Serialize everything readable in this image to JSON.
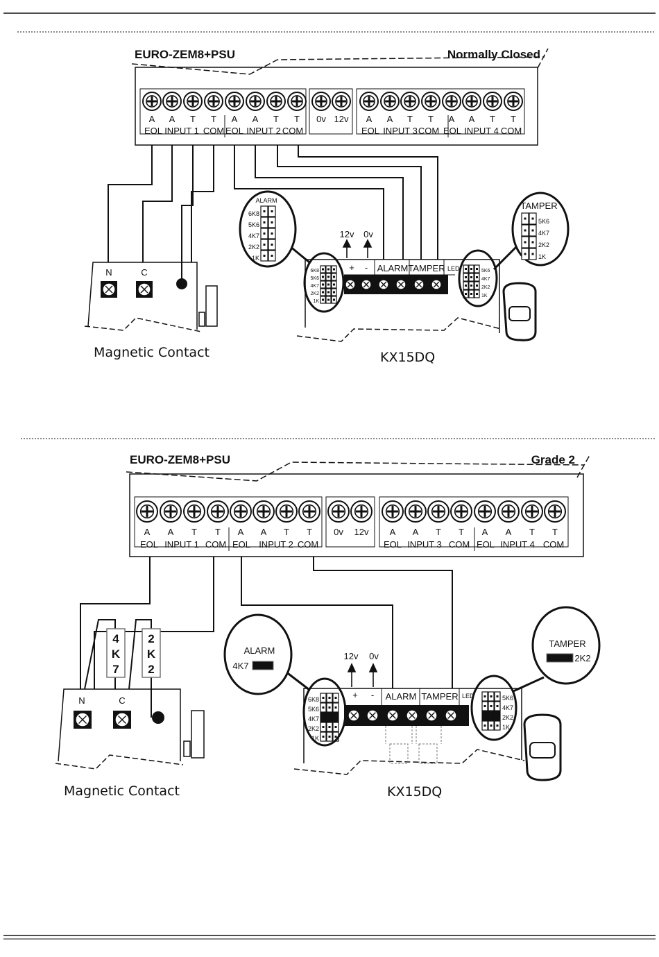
{
  "diagrams": [
    {
      "panel_name": "EURO-ZEM8+PSU",
      "mode_label": "Normally Closed",
      "terminal_letters": [
        "A",
        "A",
        "T",
        "T",
        "A",
        "A",
        "T",
        "T",
        "0v",
        "12v",
        "A",
        "A",
        "T",
        "T",
        "A",
        "A",
        "T",
        "T"
      ],
      "group_labels": [
        "EOL",
        "INPUT 1",
        "COM",
        "EOL",
        "INPUT 2",
        "COM",
        "EOL",
        "INPUT 3",
        "COM",
        "EOL",
        "INPUT 4",
        "COM"
      ],
      "detector_name": "KX15DQ",
      "detector_terminals": [
        "+",
        "-",
        "ALARM",
        "TAMPER",
        "LED"
      ],
      "power_labels": [
        "12v",
        "0v"
      ],
      "alarm_zoom_title": "ALARM",
      "alarm_zoom_values": [
        "6K8",
        "5K6",
        "4K7",
        "2K2",
        "1K"
      ],
      "tamper_zoom_title": "TAMPER",
      "tamper_zoom_values": [
        "5K6",
        "4K7",
        "2K2",
        "1K"
      ],
      "contact_name": "Magnetic Contact",
      "contact_terminals": [
        "N",
        "C"
      ]
    },
    {
      "panel_name": "EURO-ZEM8+PSU",
      "mode_label": "Grade 2",
      "terminal_letters": [
        "A",
        "A",
        "T",
        "T",
        "A",
        "A",
        "T",
        "T",
        "0v",
        "12v",
        "A",
        "A",
        "T",
        "T",
        "A",
        "A",
        "T",
        "T"
      ],
      "group_labels": [
        "EOL",
        "INPUT 1",
        "COM",
        "EOL",
        "INPUT 2",
        "COM",
        "EOL",
        "INPUT 3",
        "COM",
        "EOL",
        "INPUT 4",
        "COM"
      ],
      "detector_name": "KX15DQ",
      "detector_terminals": [
        "+",
        "-",
        "ALARM",
        "TAMPER",
        "LED"
      ],
      "power_labels": [
        "12v",
        "0v"
      ],
      "alarm_zoom_title": "ALARM",
      "alarm_zoom_value": "4K7",
      "tamper_zoom_title": "TAMPER",
      "tamper_zoom_value": "2K2",
      "board_alarm_values": [
        "6K8",
        "5K6",
        "4K7",
        "2K2",
        "1K"
      ],
      "board_tamper_values": [
        "5K6",
        "4K7",
        "2K2",
        "1K"
      ],
      "resistor_labels": [
        "4K7",
        "2K2"
      ],
      "contact_name": "Magnetic Contact",
      "contact_terminals": [
        "N",
        "C"
      ]
    }
  ],
  "colors": {
    "ink": "#111111",
    "shading": "#777777"
  }
}
